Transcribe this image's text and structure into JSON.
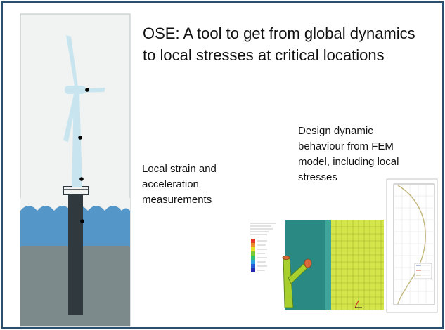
{
  "title": "OSE: A tool to get from global dynamics\nto local stresses at critical locations",
  "local_caption": "Local strain and\nacceleration\nmeasurements",
  "design_caption": "Design dynamic\nbehaviour from FEM\nmodel, including local\nstresses",
  "colors": {
    "frame_border": "#2b4d6e",
    "sky": "#f1f3f2",
    "sea": "#5596c8",
    "seabed": "#7d8a8c",
    "tower": "#c8e5ef",
    "monopile": "#303a3e",
    "fem_background": "#2a8a83",
    "fem_mesh": "#d4e54a",
    "mode_curve": "#c2b77c"
  },
  "icons": [
    "wind-turbine",
    "measurement-dot",
    "fem-model",
    "mode-shape-plot"
  ]
}
